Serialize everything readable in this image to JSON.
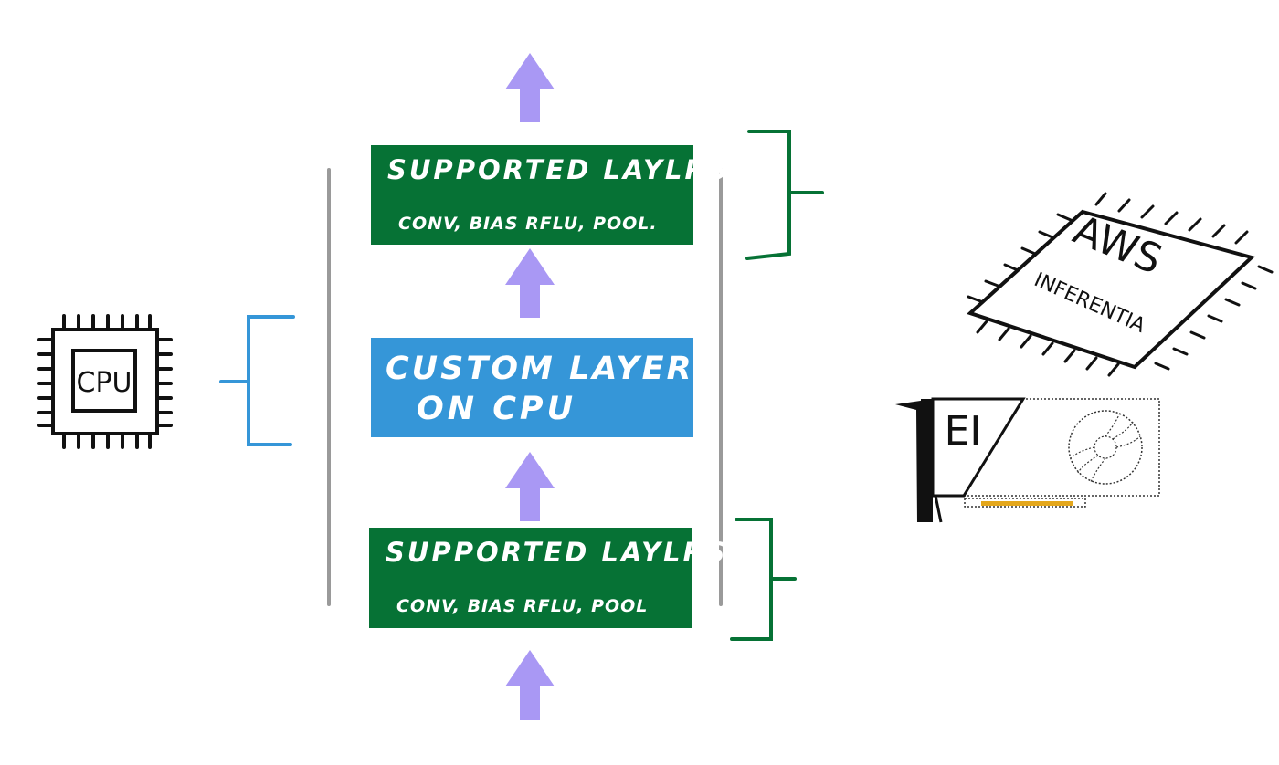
{
  "diagram": {
    "top_layers": {
      "title": "SUPPORTED LAYLRS",
      "subtitle": "CONV, BIAS RFLU, POOL."
    },
    "custom_layer": {
      "line1": "CUSTOM LAYER",
      "line2": "ON CPU"
    },
    "bottom_layers": {
      "title": "SUPPORTED LAYLRS",
      "subtitle": "CONV, BIAS RFLU, POOL"
    },
    "cpu_chip": {
      "label": "CPU",
      "icon": "cpu-chip-icon"
    },
    "inferentia_chip": {
      "line1": "AWS",
      "line2": "INFERENTIA",
      "icon": "inferentia-chip-icon"
    },
    "ei_card": {
      "label": "EI",
      "icon": "elastic-inference-card-icon"
    },
    "colors": {
      "supported": "#067235",
      "custom": "#3596d8",
      "arrow": "#a998f4",
      "separator": "#9a9a9a"
    }
  }
}
